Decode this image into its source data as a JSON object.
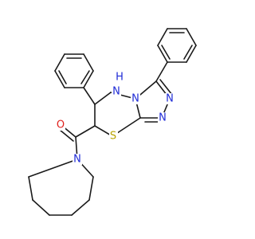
{
  "colors": {
    "background": "#ffffff",
    "bond": "#1a1a1a",
    "nitrogen": "#1f2bd6",
    "oxygen": "#e0211d",
    "sulfur": "#b8a400"
  },
  "atoms": {
    "nh": "H",
    "n_nh": "N",
    "n_bridge": "N",
    "n_triazole_a": "N",
    "n_triazole_b": "N",
    "s_ring": "S",
    "o_carbonyl": "O",
    "n_azepane": "N"
  }
}
